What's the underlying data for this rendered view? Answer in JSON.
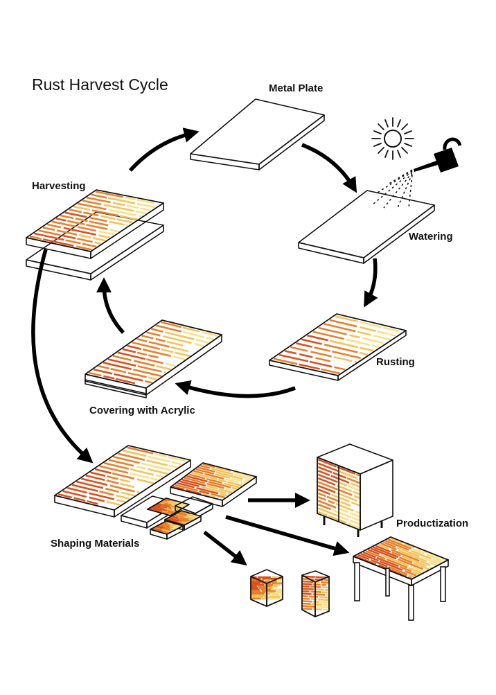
{
  "title": "Rust Harvest Cycle",
  "stages": {
    "metal_plate": "Metal Plate",
    "watering": "Watering",
    "rusting": "Rusting",
    "covering": "Covering with Acrylic",
    "harvesting": "Harvesting",
    "shaping": "Shaping Materials",
    "productization": "Productization"
  },
  "colors": {
    "rust_dark": "#d9531e",
    "rust_mid": "#e8812c",
    "rust_light": "#f6c25a",
    "rust_pale": "#fbe08a",
    "line": "#111111"
  },
  "icons": {
    "sun": "sun-icon",
    "watering_can": "watering-can-icon"
  }
}
